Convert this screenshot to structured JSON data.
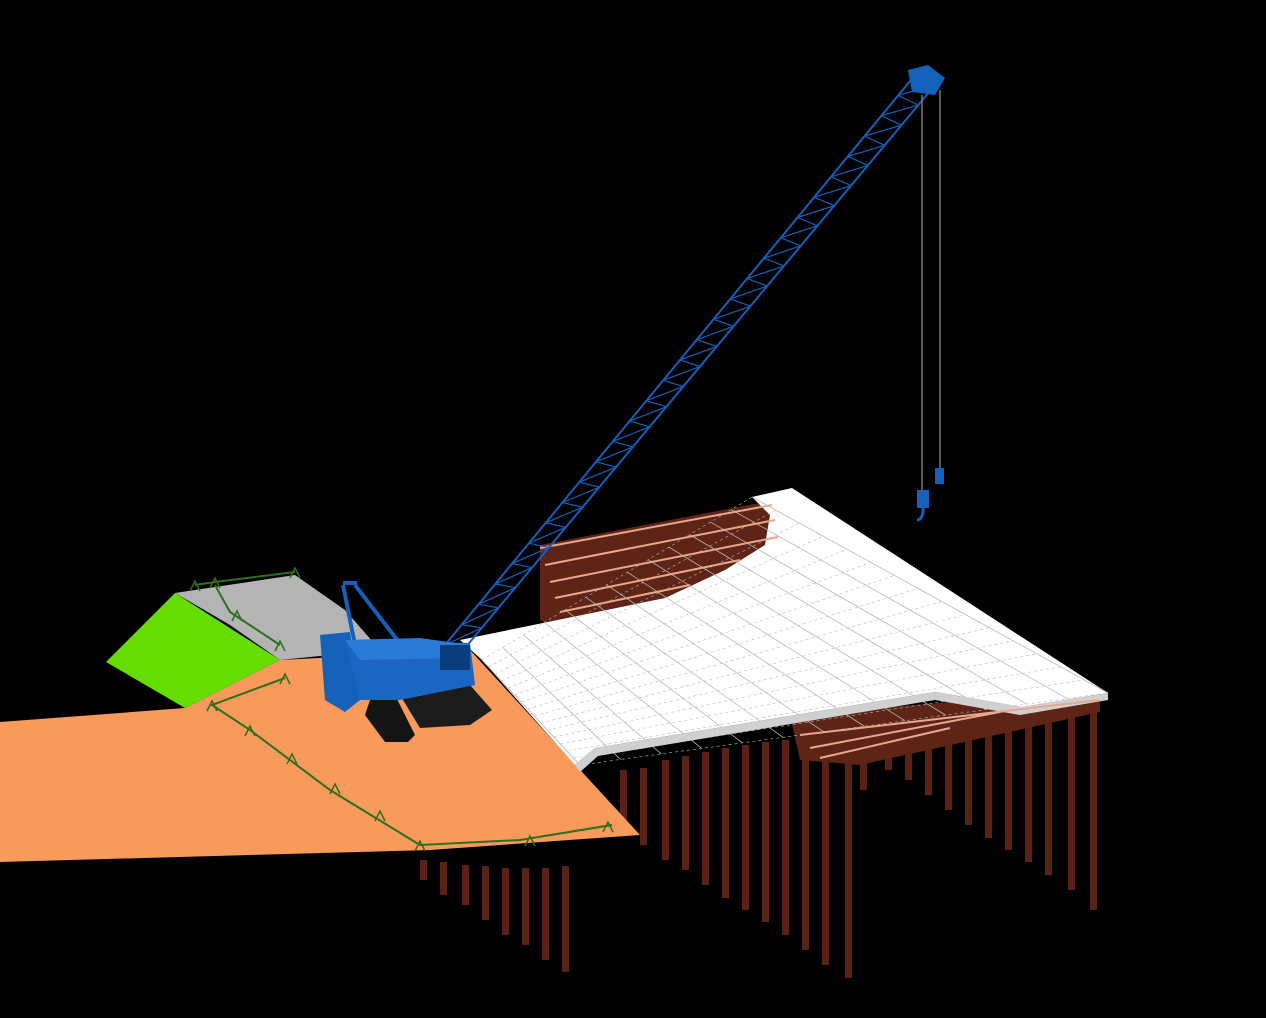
{
  "scene": {
    "background": "#000000",
    "colors": {
      "crane": "#1560b8",
      "crane_dark": "#0b3d7a",
      "track": "#1a1a1a",
      "deck": "#ffffff",
      "deck_grid": "#b8b8b8",
      "beam": "#6e2a1a",
      "beam_light": "#e8a890",
      "pile": "#5a2214",
      "ground": "#f79a5c",
      "slope": "#66dd00",
      "gravel": "#b4b4b4",
      "fence": "#2f6e1c"
    },
    "objects": [
      "crawler-crane",
      "temporary-deck",
      "steel-piles",
      "fence",
      "embankment"
    ]
  }
}
